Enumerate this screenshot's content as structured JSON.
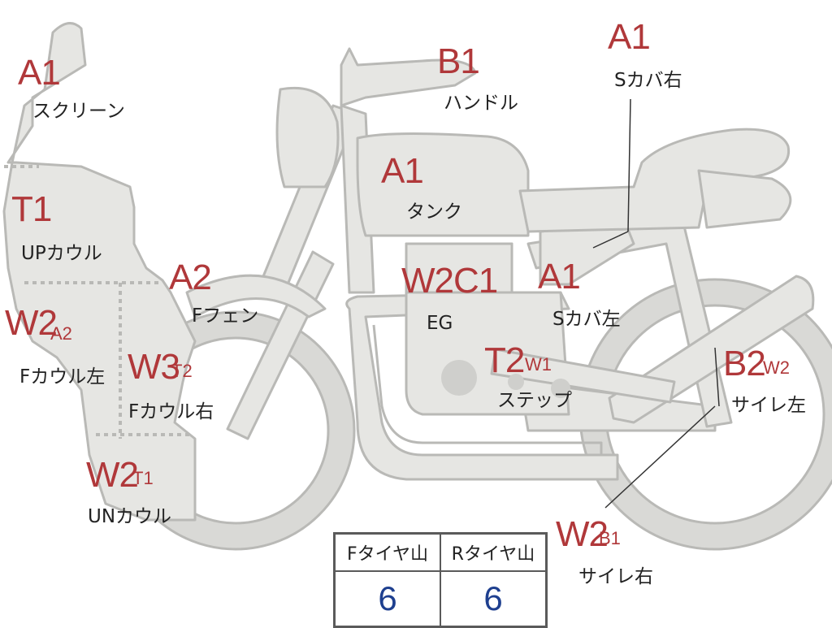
{
  "diagram": {
    "labels": [
      {
        "id": "screen",
        "grade": "A1",
        "grade_small": "",
        "part": "スクリーン"
      },
      {
        "id": "up_cowl",
        "grade": "T1",
        "grade_small": "",
        "part": "UPカウル"
      },
      {
        "id": "f_cowl_l",
        "grade": "W2",
        "grade_small": "A2",
        "part": "Fカウル左"
      },
      {
        "id": "f_cowl_r",
        "grade": "W3",
        "grade_small": "T2",
        "part": "Fカウル右"
      },
      {
        "id": "un_cowl",
        "grade": "W2",
        "grade_small": "T1",
        "part": "UNカウル"
      },
      {
        "id": "f_fender",
        "grade": "A2",
        "grade_small": "",
        "part": "Fフェン"
      },
      {
        "id": "handle",
        "grade": "B1",
        "grade_small": "",
        "part": "ハンドル"
      },
      {
        "id": "tank",
        "grade": "A1",
        "grade_small": "",
        "part": "タンク"
      },
      {
        "id": "engine",
        "grade": "W2C1",
        "grade_small": "",
        "part": "EG"
      },
      {
        "id": "s_cover_l",
        "grade": "A1",
        "grade_small": "",
        "part": "Sカバ左"
      },
      {
        "id": "s_cover_r",
        "grade": "A1",
        "grade_small": "",
        "part": "Sカバ右"
      },
      {
        "id": "step",
        "grade": "T2",
        "grade_small": "W1",
        "part": "ステップ"
      },
      {
        "id": "muffler_l",
        "grade": "B2",
        "grade_small": "W2",
        "part": "サイレ左"
      },
      {
        "id": "muffler_r",
        "grade": "W2",
        "grade_small": "B1",
        "part": "サイレ右"
      }
    ]
  },
  "tire_table": {
    "headers": [
      "Fタイヤ山",
      "Rタイヤ山"
    ],
    "values": [
      "6",
      "6"
    ]
  },
  "colors": {
    "bike_fill": "#e6e6e3",
    "bike_stroke": "#b9b9b6",
    "grade_text": "#b0383a",
    "tire_value": "#1e3f8f"
  }
}
